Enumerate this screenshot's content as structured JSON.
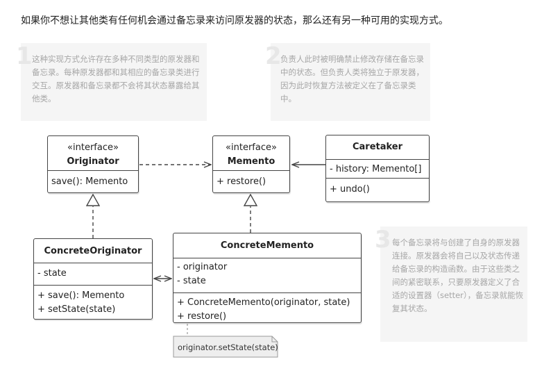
{
  "intro": "如果你不想让其他类有任何机会通过备忘录来访问原发器的状态，那么还有另一种可用的实现方式。",
  "notes": [
    {
      "num": "1",
      "text": "这种实现方式允许存在多种不同类型的原发器和备忘录。每种原发器都和其相应的备忘录类进行交互。原发器和备忘录都不会将其状态暴露给其他类。"
    },
    {
      "num": "2",
      "text": "负责人此时被明确禁止修改存储在备忘录中的状态。但负责人类将独立于原发器，因为此时恢复方法被定义在了备忘录类中。"
    },
    {
      "num": "3",
      "text": "每个备忘录将与创建了自身的原发器连接。原发器会将自己以及状态传递给备忘录的构造函数。由于这些类之间的紧密联系，只要原发器定义了合适的设置器（setter），备忘录就能恢复其状态。"
    }
  ],
  "classes": {
    "originator": {
      "stereotype": "«interface»",
      "name": "Originator",
      "methods": [
        "save(): Memento"
      ]
    },
    "memento": {
      "stereotype": "«interface»",
      "name": "Memento",
      "methods": [
        "+ restore()"
      ]
    },
    "caretaker": {
      "name": "Caretaker",
      "fields": [
        "- history: Memento[]"
      ],
      "methods": [
        "+ undo()"
      ]
    },
    "concrete_originator": {
      "name": "ConcreteOriginator",
      "fields": [
        "- state"
      ],
      "methods": [
        "+ save(): Memento",
        "+ setState(state)"
      ]
    },
    "concrete_memento": {
      "name": "ConcreteMemento",
      "fields": [
        "- originator",
        "- state"
      ],
      "methods": [
        "+ ConcreteMemento(originator, state)",
        "+ restore()"
      ]
    }
  },
  "code_note": "originator.setState(state)"
}
